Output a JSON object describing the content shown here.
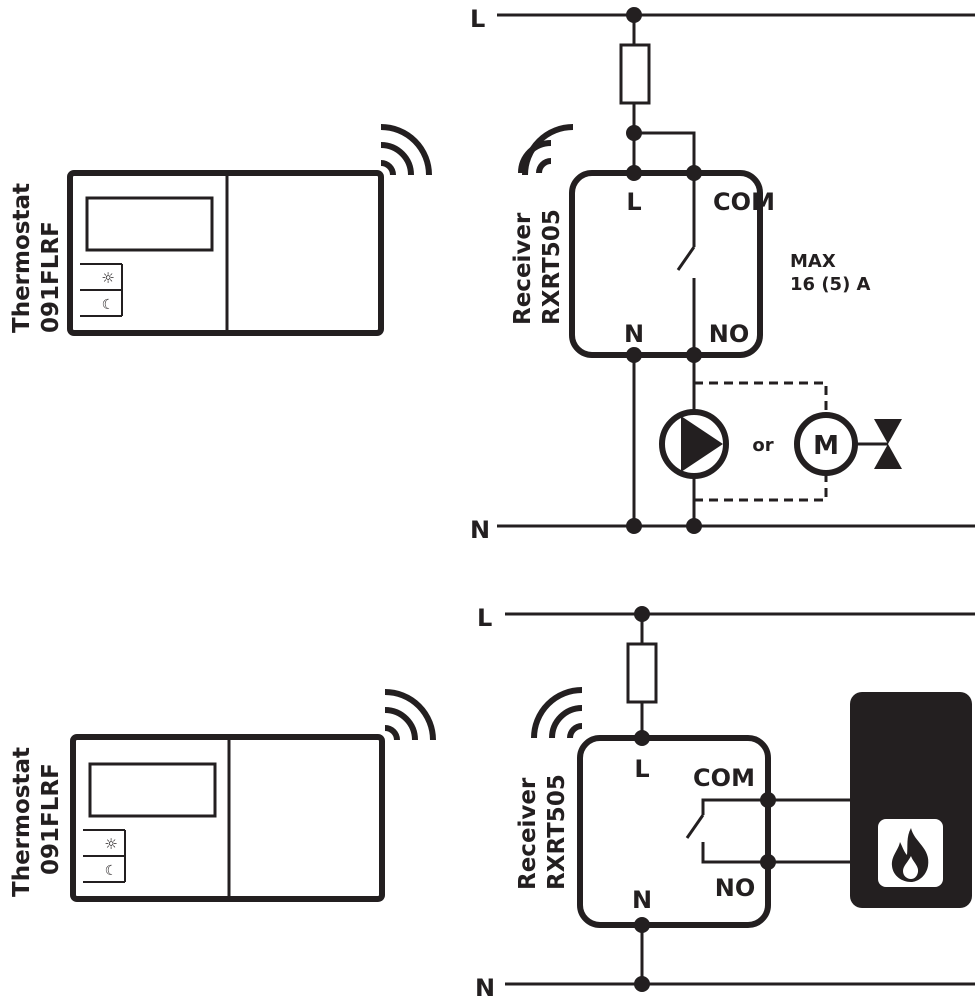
{
  "colors": {
    "ink": "#231f20",
    "background": "#ffffff",
    "boiler_icon": "#ffffff"
  },
  "icons": [
    "wireless-signal-icon",
    "sun-icon",
    "moon-icon",
    "fuse-icon",
    "pump-icon",
    "motor-icon",
    "valve-icon",
    "flame-icon"
  ],
  "top": {
    "line_label": "L",
    "neutral_label": "N",
    "thermostat": {
      "line1": "Thermostat",
      "line2": "091FLRF",
      "sun": "☼",
      "moon": "☾"
    },
    "receiver": {
      "line1": "Receiver",
      "line2": "RXRT505",
      "term_l": "L",
      "term_com": "COM",
      "term_n": "N",
      "term_no": "NO"
    },
    "rating_line1": "MAX",
    "rating_line2": "16 (5) A",
    "pump_or": "or",
    "motor": "M"
  },
  "bottom": {
    "line_label": "L",
    "neutral_label": "N",
    "thermostat": {
      "line1": "Thermostat",
      "line2": "091FLRF",
      "sun": "☼",
      "moon": "☾"
    },
    "receiver": {
      "line1": "Receiver",
      "line2": "RXRT505",
      "term_l": "L",
      "term_com": "COM",
      "term_n": "N",
      "term_no": "NO"
    }
  }
}
